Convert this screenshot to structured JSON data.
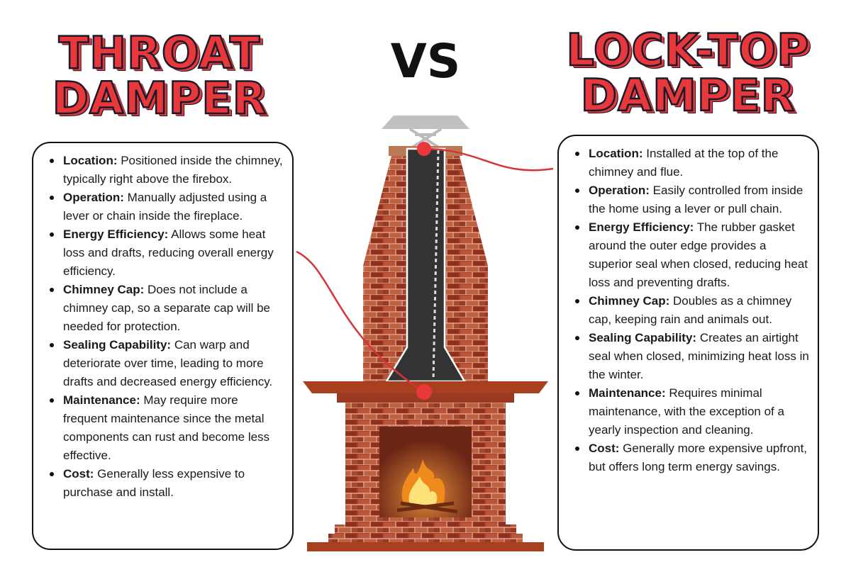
{
  "titles": {
    "left": [
      "THROAT",
      "DAMPER"
    ],
    "vs": "VS",
    "right": [
      "LOCK-TOP",
      "DAMPER"
    ]
  },
  "left_items": [
    {
      "label": "Location:",
      "text": " Positioned inside the chimney, typically right above the firebox."
    },
    {
      "label": "Operation:",
      "text": " Manually adjusted using a lever or chain inside the fireplace."
    },
    {
      "label": "Energy Efficiency:",
      "text": " Allows some heat loss and drafts, reducing overall energy efficiency."
    },
    {
      "label": "Chimney Cap:",
      "text": " Does not include a chimney cap, so a separate cap will be needed for protection."
    },
    {
      "label": "Sealing Capability:",
      "text": " Can warp and deteriorate over time, leading to more drafts and decreased energy efficiency."
    },
    {
      "label": "Maintenance:",
      "text": " May require more frequent maintenance since the metal components can rust and become less effective."
    },
    {
      "label": "Cost:",
      "text": " Generally less expensive to purchase and install."
    }
  ],
  "right_items": [
    {
      "label": "Location:",
      "text": " Installed at the top of the chimney and flue."
    },
    {
      "label": "Operation:",
      "text": " Easily controlled from inside the home using a lever or pull chain."
    },
    {
      "label": "Energy Efficiency:",
      "text": " The rubber gasket around the outer edge provides a superior seal when closed, reducing heat loss and preventing drafts."
    },
    {
      "label": "Chimney Cap:",
      "text": " Doubles as a chimney cap, keeping rain and animals out."
    },
    {
      "label": "Sealing Capability:",
      "text": " Creates an airtight seal when closed, minimizing heat loss in the winter."
    },
    {
      "label": "Maintenance:",
      "text": " Requires minimal maintenance, with the exception of a yearly inspection and cleaning."
    },
    {
      "label": "Cost:",
      "text": " Generally more expensive upfront, but offers long term energy savings."
    }
  ],
  "colors": {
    "accent": "#e8383b",
    "brick": "#a8402a",
    "flue": "#333333"
  }
}
